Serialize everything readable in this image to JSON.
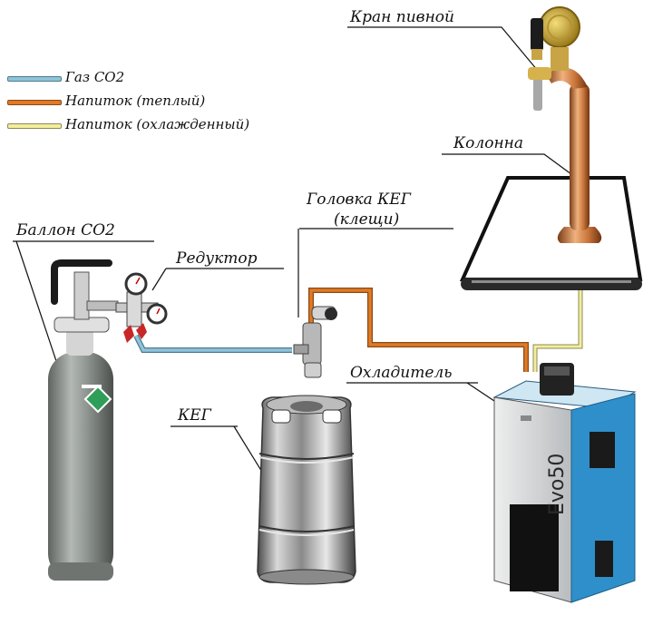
{
  "legend": {
    "items": [
      {
        "label": "Газ CO2",
        "color": "#8fc3d8"
      },
      {
        "label": "Напиток (теплый)",
        "color": "#e07a25"
      },
      {
        "label": "Напиток (охлажденный)",
        "color": "#f2ee9c"
      }
    ]
  },
  "labels": {
    "tap": "Кран пивной",
    "column": "Колонна",
    "keg_head_line1": "Головка КЕГ",
    "keg_head_line2": "(клещи)",
    "cylinder": "Баллон CO2",
    "reducer": "Редуктор",
    "keg": "КЕГ",
    "cooler": "Охладитель"
  },
  "cooler_brand": "Evo50",
  "colors": {
    "gas_line": "#8fc3d8",
    "warm_line": "#e07a25",
    "cold_line": "#f2ee9c",
    "cylinder": "#8e9490",
    "cooler_blue": "#2f8fcb",
    "copper": "#c9743a"
  },
  "icons": [
    "co2-cylinder-icon",
    "reducer-icon",
    "keg-coupler-icon",
    "keg-icon",
    "beer-cooler-icon",
    "beer-tap-icon",
    "bar-counter-icon"
  ]
}
